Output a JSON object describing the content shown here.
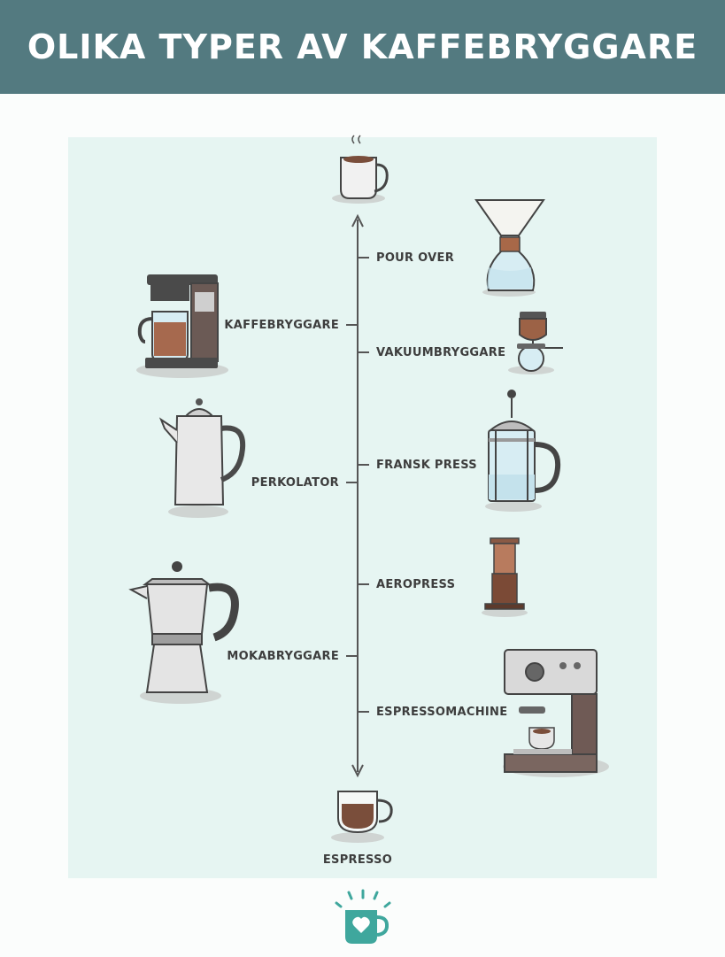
{
  "header": {
    "title": "OLIKA TYPER AV KAFFEBRYGGARE"
  },
  "right_items": [
    {
      "label": "POUR OVER",
      "icon": "chemex-icon"
    },
    {
      "label": "VAKUUMBRYGGARE",
      "icon": "siphon-icon"
    },
    {
      "label": "FRANSK PRESS",
      "icon": "french-press-icon"
    },
    {
      "label": "AEROPRESS",
      "icon": "aeropress-icon"
    },
    {
      "label": "ESPRESSOMACHINE",
      "icon": "espresso-machine-icon"
    }
  ],
  "left_items": [
    {
      "label": "KAFFEBRYGGARE",
      "icon": "drip-coffee-maker-icon"
    },
    {
      "label": "PERKOLATOR",
      "icon": "percolator-icon"
    },
    {
      "label": "MOKABRYGGARE",
      "icon": "moka-pot-icon"
    }
  ],
  "bottom": {
    "label": "ESPRESSO",
    "icon": "espresso-cup-icon"
  },
  "top": {
    "icon": "coffee-mug-icon"
  },
  "footer": {
    "icon": "heart-mug-logo-icon"
  },
  "colors": {
    "header": "#537a80",
    "panel": "#e6f5f2",
    "coffee": "#8a5a45",
    "logo": "#3fa79d"
  }
}
